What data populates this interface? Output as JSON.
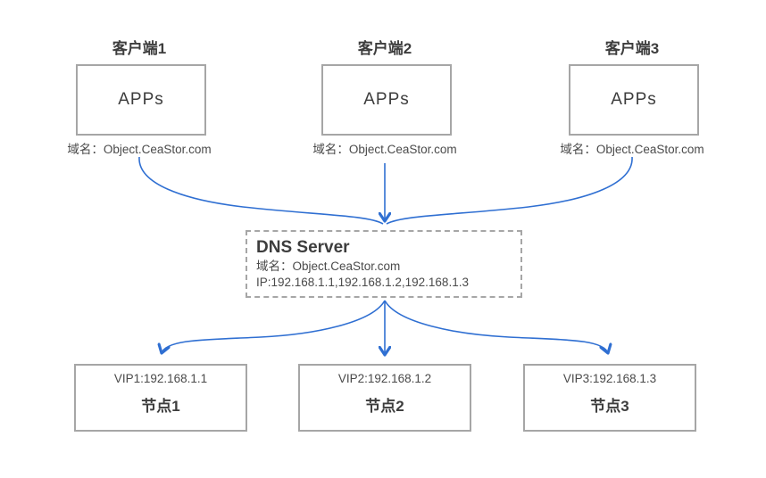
{
  "diagram": {
    "clients": [
      {
        "title": "客户端1",
        "app_label": "APPs",
        "domain": "域名：Object.CeaStor.com"
      },
      {
        "title": "客户端2",
        "app_label": "APPs",
        "domain": "域名：Object.CeaStor.com"
      },
      {
        "title": "客户端3",
        "app_label": "APPs",
        "domain": "域名：Object.CeaStor.com"
      }
    ],
    "dns_server": {
      "title": "DNS Server",
      "domain_line": "域名：Object.CeaStor.com",
      "ip_line": "IP:192.168.1.1,192.168.1.2,192.168.1.3"
    },
    "nodes": [
      {
        "vip": "VIP1:192.168.1.1",
        "label": "节点1"
      },
      {
        "vip": "VIP2:192.168.1.2",
        "label": "节点2"
      },
      {
        "vip": "VIP3:192.168.1.3",
        "label": "节点3"
      }
    ],
    "colors": {
      "arrow": "#2f6fd2",
      "border": "#a6a6a6",
      "text": "#3d3d3d",
      "subtext": "#4a4a4a"
    }
  }
}
